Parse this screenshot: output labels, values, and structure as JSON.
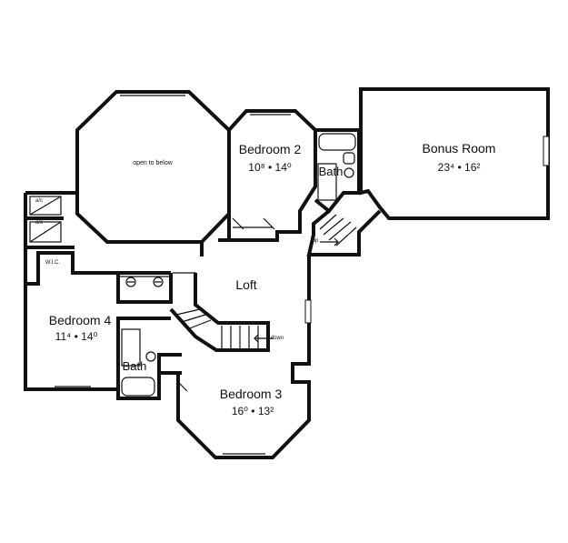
{
  "rooms": {
    "open_to_below": "open to below",
    "bedroom2": {
      "name": "Bedroom 2",
      "dim": "10⁸ • 14⁰"
    },
    "bonus": {
      "name": "Bonus Room",
      "dim": "23⁴ • 16²"
    },
    "bath_upper": "Bath",
    "loft": "Loft",
    "bedroom4": {
      "name": "Bedroom 4",
      "dim": "11⁴ • 14⁰"
    },
    "bath_lower": "Bath",
    "bedroom3": {
      "name": "Bedroom 3",
      "dim": "16⁰ • 13²"
    },
    "wic": "W.I.C."
  },
  "annotations": {
    "up": "up",
    "down": "down",
    "ac1": "a/c",
    "ac2": "a/c"
  }
}
